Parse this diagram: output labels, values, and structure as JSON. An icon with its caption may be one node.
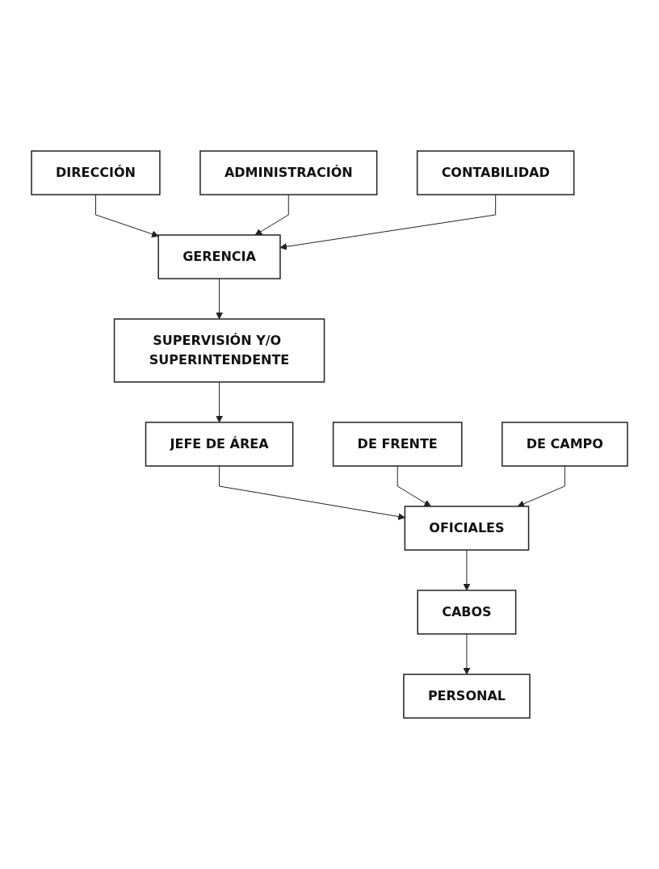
{
  "diagram": {
    "nodes": [
      {
        "text": [
          "DIRECCIÓN"
        ]
      },
      {
        "text": [
          "ADMINISTRACIÓN"
        ]
      },
      {
        "text": [
          "GERENCIA"
        ]
      },
      {
        "text": [
          "CONTABILIDAD"
        ]
      },
      {
        "text": [
          "SUPERVISIÓN Y/O SUPERINTENDENTE"
        ]
      },
      {
        "text": [
          "JEFE DE ÁREA"
        ]
      },
      {
        "text": [
          "DE FRENTE"
        ]
      },
      {
        "text": [
          "OFICIALES"
        ]
      },
      {
        "text": [
          "DE CAMPO"
        ]
      },
      {
        "text": [
          "CABOS"
        ]
      },
      {
        "text": [
          "PERSONAL"
        ]
      }
    ],
    "edges": [
      {
        "from": 0,
        "to": 2,
        "arrow": "to"
      },
      {
        "from": 1,
        "to": 2,
        "arrow": "to"
      },
      {
        "from": 3,
        "to": 2,
        "arrow": "to"
      },
      {
        "from": 2,
        "to": 4,
        "arrow": "to"
      },
      {
        "from": 4,
        "to": 5,
        "arrow": "to"
      },
      {
        "from": 5,
        "to": 7,
        "arrow": "to"
      },
      {
        "from": 6,
        "to": 7,
        "arrow": "to"
      },
      {
        "from": 8,
        "to": 7,
        "arrow": "to"
      },
      {
        "from": 7,
        "to": 9,
        "arrow": "to"
      },
      {
        "from": 9,
        "to": 10,
        "arrow": "to"
      }
    ]
  }
}
